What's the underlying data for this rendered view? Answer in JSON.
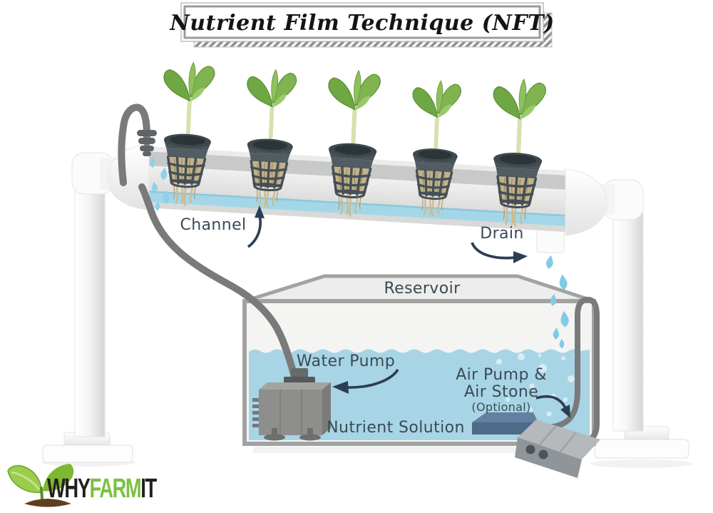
{
  "title": "Nutrient Film Technique (NFT)",
  "labels": {
    "channel": "Channel",
    "drain": "Drain",
    "reservoir": "Reservoir",
    "water_pump": "Water Pump",
    "air_pump_line1": "Air Pump &",
    "air_pump_line2": "Air Stone",
    "air_pump_line3": "(Optional)",
    "nutrient_solution": "Nutrient Solution"
  },
  "logo": {
    "part1": "WHY",
    "part2": "FARM",
    "part3": "IT"
  },
  "diagram": {
    "plant_count": 5,
    "components": [
      "channel",
      "drain",
      "reservoir",
      "water-pump",
      "air-pump-air-stone",
      "nutrient-solution",
      "inlet-tube",
      "air-tube",
      "net-pots",
      "stand"
    ]
  },
  "colors": {
    "water": "#a8d5e5",
    "channel_water_film": "#a3d7e8",
    "label_text": "#3a4a55",
    "arrow": "#2c3e54",
    "title_text": "#141414",
    "logo_green": "#7ac143",
    "logo_black": "#231f20",
    "leaf_green": "#7fb450",
    "pot_gray": "#49545a",
    "pump_gray": "#8e8e8c",
    "air_stone_blue": "#4d6a88",
    "tube_gray": "#7a7a7a",
    "tank_stroke": "#a2a2a2"
  }
}
